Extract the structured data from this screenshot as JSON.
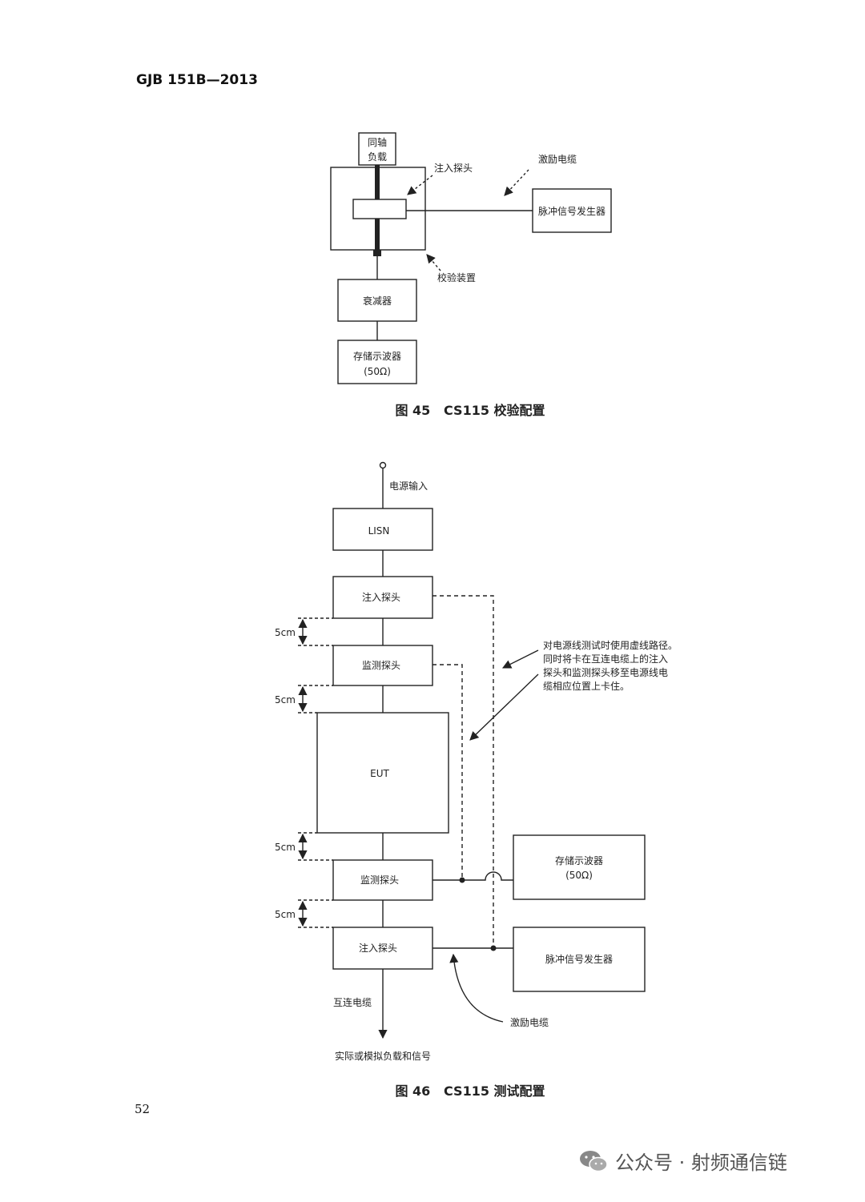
{
  "header": {
    "doc_id": "GJB 151B—2013"
  },
  "figure45": {
    "coax_load": [
      "同轴",
      "负载"
    ],
    "injection_probe": "注入探头",
    "drive_cable": "激励电缆",
    "pulse_generator": "脉冲信号发生器",
    "calibration_fixture": "校验装置",
    "attenuator": "衰减器",
    "oscilloscope": [
      "存储示波器",
      "(50Ω)"
    ],
    "caption": "图 45   CS115 校验配置"
  },
  "figure46": {
    "power_input": "电源输入",
    "lisn": "LISN",
    "injection_probe_top": "注入探头",
    "monitor_probe_top": "监测探头",
    "eut": "EUT",
    "monitor_probe_bottom": "监测探头",
    "injection_probe_bottom": "注入探头",
    "spacing": [
      "5cm",
      "5cm",
      "5cm",
      "5cm"
    ],
    "oscilloscope": [
      "存储示波器",
      "(50Ω)"
    ],
    "pulse_generator": "脉冲信号发生器",
    "note": [
      "对电源线测试时使用虚线路径。",
      "同时将卡在互连电缆上的注入",
      "探头和监测探头移至电源线电",
      "缆相应位置上卡住。"
    ],
    "interconnect_cable": "互连电缆",
    "load_label": "实际或模拟负载和信号",
    "drive_cable": "激励电缆",
    "caption": "图 46   CS115 测试配置"
  },
  "page_number": "52",
  "watermark": {
    "text": "公众号 · 射频通信链",
    "icon": "wechat-icon"
  }
}
